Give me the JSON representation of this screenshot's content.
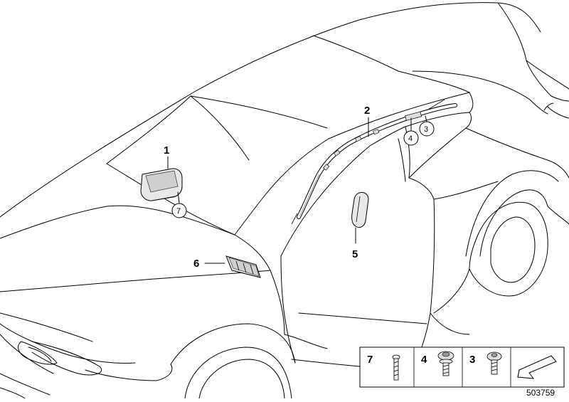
{
  "diagram": {
    "callouts": {
      "c1": "1",
      "c2": "2",
      "c3": "3",
      "c4": "4",
      "c5": "5",
      "c6": "6",
      "c7": "7"
    },
    "legend": {
      "items": [
        {
          "label": "7",
          "icon": "screw-long-icon"
        },
        {
          "label": "4",
          "icon": "screw-flange-icon"
        },
        {
          "label": "3",
          "icon": "screw-torx-icon"
        }
      ],
      "arrow_icon": "direction-arrow-icon"
    },
    "document_number": "503759"
  }
}
